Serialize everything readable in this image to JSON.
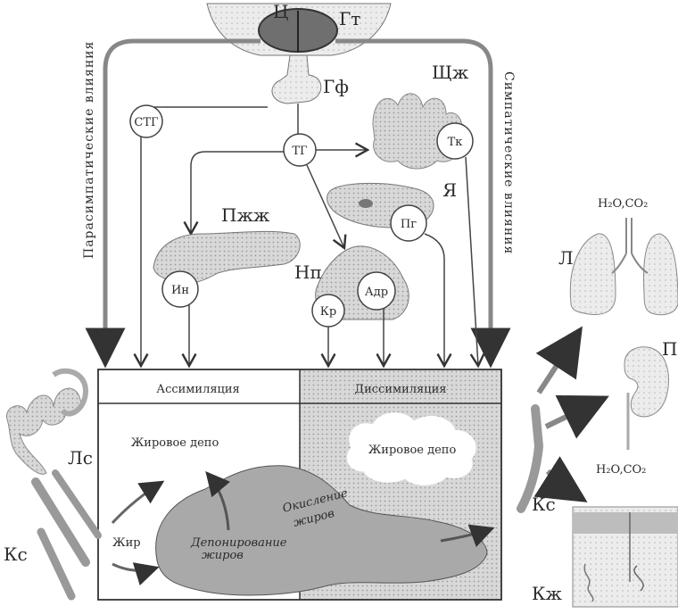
{
  "labels": {
    "hypothalamus": "Гт",
    "thalamus_center": "Ц",
    "pituitary": "Гф",
    "stg": "СТГ",
    "tg": "ТГ",
    "thyroid": "Щж",
    "thyroid_hormone": "Тк",
    "parasympathetic": "Парасимпатические влияния",
    "sympathetic": "Симпатические влияния",
    "pancreas": "Пжж",
    "insulin": "Ин",
    "liver": "Я",
    "glucagon": "Пг",
    "adrenal": "Нп",
    "cortisol": "Кр",
    "adrenaline": "Адр",
    "lungs": "Л",
    "kidney": "П",
    "skin": "Кж",
    "vessel_right": "Кс",
    "vessel_left": "Кс",
    "lymph": "Лс",
    "h2o_co2_top": "H₂O,CO₂",
    "h2o_co2_bottom": "H₂O,CO₂"
  },
  "box": {
    "assimilation": "Ассимиляция",
    "dissimilation": "Диссимиляция",
    "fat_depot_left": "Жировое депо",
    "fat_depot_right": "Жировое депо",
    "fat": "Жир",
    "deposition_1": "Депонирование",
    "deposition_2": "жиров",
    "oxidation_1": "Окисление",
    "oxidation_2": "жиров"
  }
}
